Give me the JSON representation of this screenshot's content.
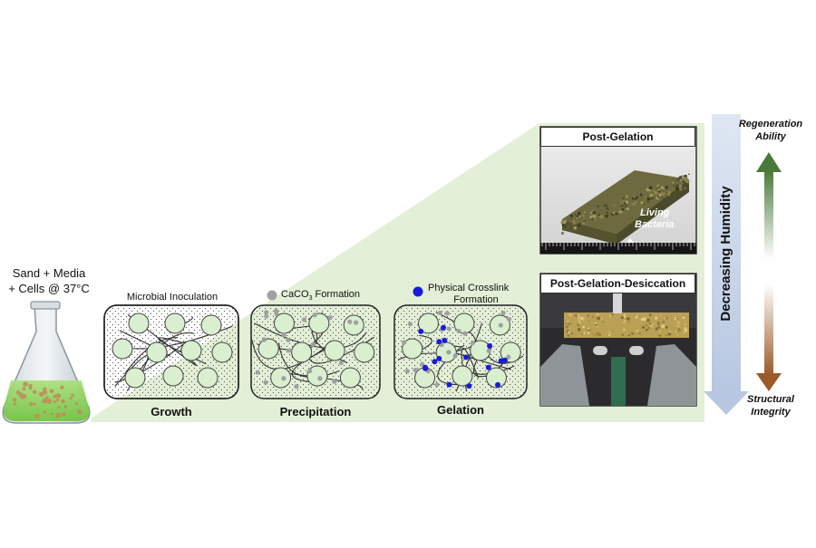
{
  "flask": {
    "label_line1": "Sand + Media",
    "label_line2": "+ Cells @ 37°C"
  },
  "stages": [
    {
      "caption": "Growth",
      "header": "Microbial Inoculation"
    },
    {
      "caption": "Precipitation",
      "header_main": "CaCO",
      "header_sub": "3",
      "header_tail": " Formation"
    },
    {
      "caption": "Gelation",
      "header_line1": "Physical Crosslink",
      "header_line2": "Formation"
    }
  ],
  "photos": {
    "top_title": "Post-Gelation",
    "top_overlay_line1": "Living",
    "top_overlay_line2": "Bacteria",
    "bottom_title": "Post-Gelation-Desiccation"
  },
  "humidity": {
    "label": "Decreasing Humidity"
  },
  "scale": {
    "top_label_line1": "Regeneration",
    "top_label_line2": "Ability",
    "bottom_label_line1": "Structural",
    "bottom_label_line2": "Integrity"
  },
  "colors": {
    "background_wedge": "#e3efd6",
    "sand_grain": "#d9efcf",
    "caco3_particle": "#a0a0a0",
    "crosslink": "#1a1adb",
    "humidity_arrow": "#c9d6ea",
    "regeneration_arrow": "#4a7a3a",
    "integrity_arrow": "#9a5a2a",
    "flask_liquid": "#8fd15a"
  }
}
